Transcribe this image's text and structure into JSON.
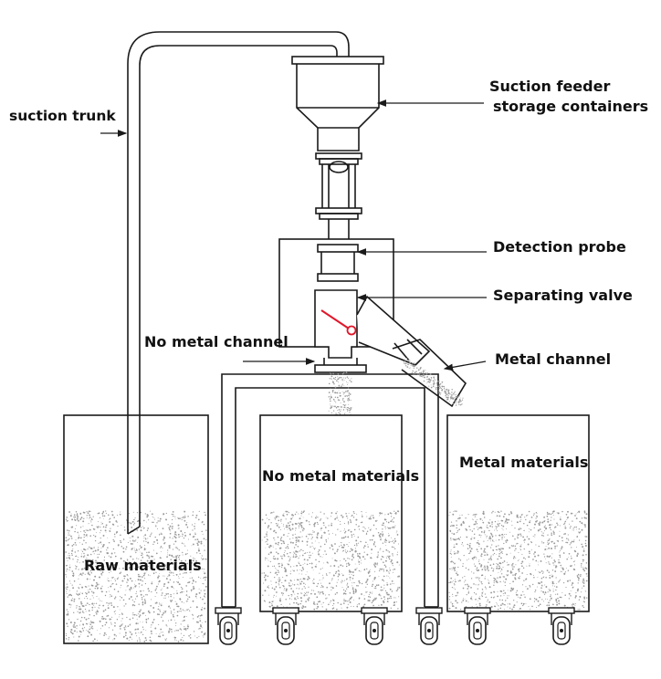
{
  "labels": {
    "suction_trunk": "suction trunk",
    "suction_feeder_line1": "Suction feeder",
    "suction_feeder_line2": "storage containers",
    "detection_probe": "Detection probe",
    "separating_valve": "Separating valve",
    "no_metal_channel": "No metal channel",
    "metal_channel": "Metal channel",
    "no_metal_materials": "No metal materials",
    "metal_materials": "Metal materials",
    "raw_materials": "Raw materials"
  },
  "colors": {
    "line": "#1a1a1a",
    "valve_flap": "#e0182b",
    "powder": "#9a9a9a"
  }
}
